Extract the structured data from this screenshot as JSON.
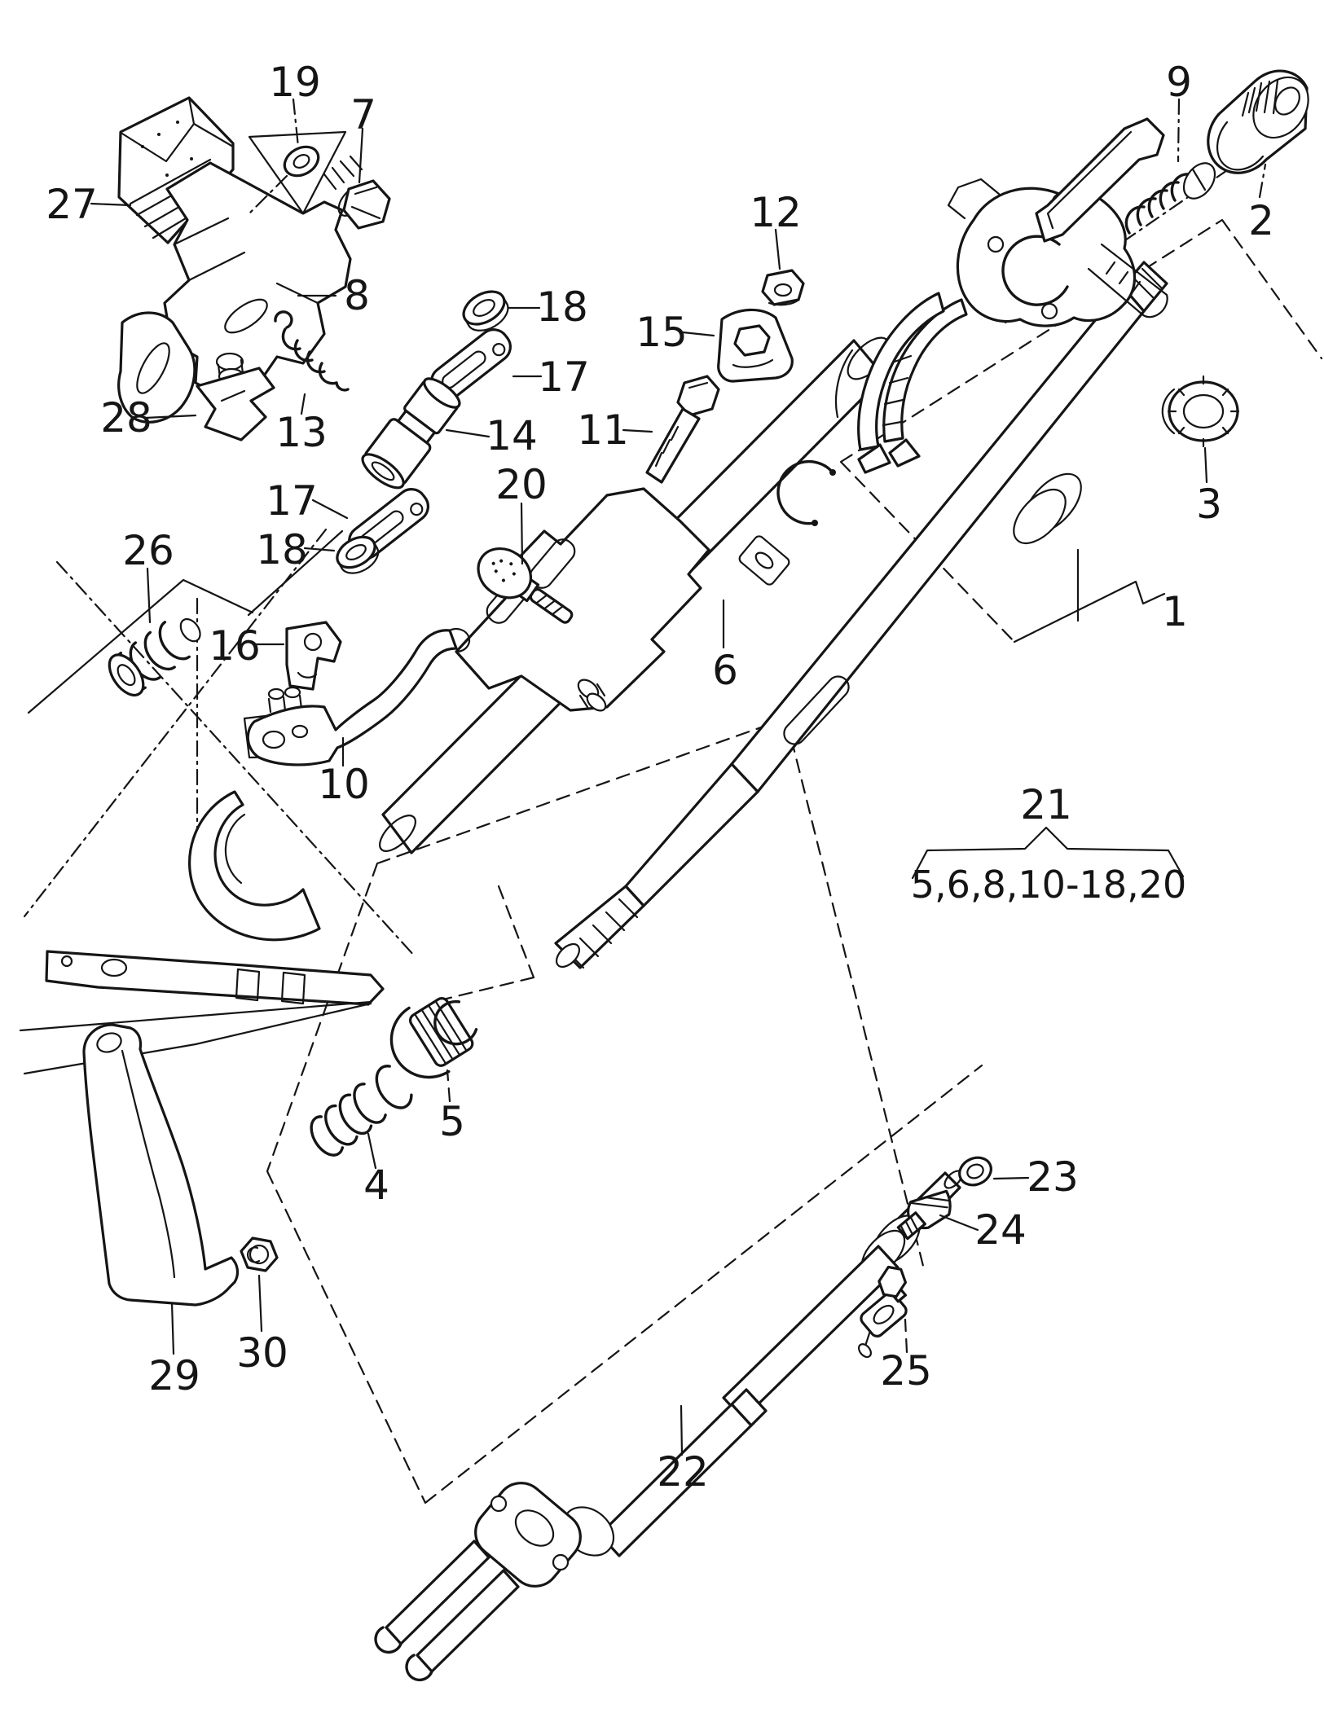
{
  "colors": {
    "background": "#ffffff",
    "line": "#151515"
  },
  "callouts": {
    "c19": "19",
    "c7": "7",
    "c27": "27",
    "c8": "8",
    "c28": "28",
    "c13": "13",
    "c18a": "18",
    "c17a": "17",
    "c14": "14",
    "c12": "12",
    "c15": "15",
    "c11": "11",
    "c9": "9",
    "c2": "2",
    "c3": "3",
    "c1": "1",
    "c20": "20",
    "c17b": "17",
    "c18b": "18",
    "c26": "26",
    "c16": "16",
    "c10": "10",
    "c6": "6",
    "c5": "5",
    "c4": "4",
    "c23": "23",
    "c24": "24",
    "c25": "25",
    "c30": "30",
    "c29": "29",
    "c22": "22"
  },
  "group_callout": {
    "number": "21",
    "items": "5,6,8,10-18,20"
  }
}
